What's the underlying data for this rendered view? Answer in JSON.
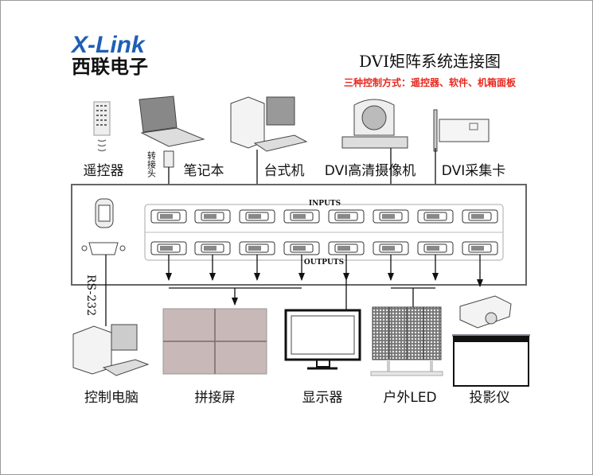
{
  "logo": {
    "brand": "X-Link",
    "company": "西联电子"
  },
  "title": "DVI矩阵系统连接图",
  "subtitle": "三种控制方式：遥控器、软件、机箱面板",
  "colors": {
    "subtitle": "#e8281e",
    "logo_blue": "#1f5fb4",
    "tile_wall": "#c8b8b8"
  },
  "inputs": {
    "label": "INPUTS",
    "devices": [
      {
        "label": "遥控器"
      },
      {
        "label": "笔记本",
        "adapter": "转接头"
      },
      {
        "label": "台式机"
      },
      {
        "label": "DVI高清摄像机"
      },
      {
        "label": "DVI采集卡"
      }
    ]
  },
  "matrix": {
    "outputs_label": "OUTPUTS",
    "port_count": 8,
    "serial_label": "RS-232"
  },
  "outputs": {
    "devices": [
      {
        "label": "控制电脑"
      },
      {
        "label": "拼接屏"
      },
      {
        "label": "显示器"
      },
      {
        "label": "户外LED"
      },
      {
        "label": "投影仪"
      }
    ]
  }
}
